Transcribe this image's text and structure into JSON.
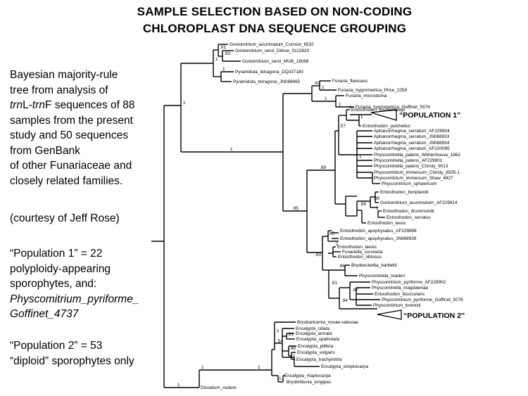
{
  "title": {
    "line1": "SAMPLE SELECTION BASED ON NON-CODING",
    "line2": "CHLOROPLAST DNA SEQUENCE GROUPING"
  },
  "caption": {
    "l1": "Bayesian majority-rule",
    "l2": "tree from analysis of",
    "l3_a": "trn",
    "l3_b": "L-",
    "l3_c": "trn",
    "l3_d": "F sequences of 88",
    "l4": "samples from the present",
    "l5": "study and 50 sequences",
    "l6": "from GenBank",
    "l7": "of other Funariaceae and",
    "l8": "closely related families.",
    "courtesy": "(courtesy of Jeff Rose)",
    "p1_l1": "“Population 1” = 22",
    "p1_l2": "polyploidy-appearing",
    "p1_l3": "sporophytes, and:",
    "p1_l4": "Physcomitrium_pyriforme_",
    "p1_l5": "Goffinet_4737",
    "p2_l1": "“Population 2” = 53",
    "p2_l2": "“diploid” sporophytes only"
  },
  "leaves": {
    "L1": "Goniomitrium_acuminatum_Curnow_6532",
    "L2": "Goniomitrium_seroi_Dirkse_0112829",
    "L3": "Goniomitrium_seroi_MUB_18068",
    "L4": "Pyramidula_tetragona_DQ337180",
    "L5": "Pyramidula_tetragona_JN088965",
    "L6": "Funaria_flavicans",
    "L7": "Funaria_hygrometrica_Price_2258",
    "L8": "Funaria_microstoma",
    "L9": "Funaria_hygrometrica_Goffinet_5576",
    "L10": "Entosthodon_muhlenbergii",
    "L11": "Entosthodon_pulchellus",
    "L12": "Aphanorrhegma_serratum_AF229904",
    "L13": "Aphanorrhegma_serratum_JN088933",
    "L14": "Aphanorrhegma_serratum_JN088934",
    "L15": "Aphanorrhegma_serratum_AF220095",
    "L16": "Physcomitrella_patens_Withenhouse_1962",
    "L17": "Physcomitrella_patens_AF229901",
    "L18": "Physcomitrella_patens_Christy_9013",
    "L19": "Physcomitrium_immersum_Christy_8505-1",
    "L20": "Physcomitrium_immersum_Shaw_4827",
    "L21": "Physcomitrium_sphaericum",
    "L22": "Entosthodon_bonplandii",
    "L23": "Goniomitrium_acuminatum_AF229914",
    "L24": "Entosthodon_drummondii",
    "L25": "Entosthodon_serratus",
    "L26": "Entosthodon_laxus",
    "L27": "Entosthodon_apophysatus_AF229898",
    "L28": "Entosthodon_apophysatus_JN988939",
    "L29": "Entosthodon_laevis",
    "L30": "Funariella_curviseta",
    "L31": "Entosthodon_obtusus",
    "L32": "Bryobeckettia_bartlettii",
    "L33": "Physcomitrella_readeri",
    "L34": "Physcomitrium_pyriforme_AF229902",
    "L35": "Physcomitrella_magdalenae",
    "L36": "Entosthodon_fascicularis",
    "L37": "Physcomitrium_pyriforme_Goffinet_9276",
    "L38": "Physcomitrium_lorentzii",
    "L39": "Bryobartramia_novae-valesiae",
    "L40": "Encalypta_ciliata",
    "L41": "Encalypta_armata",
    "L42": "Encalypta_spathulata",
    "L43": "Encalypta_pilifera",
    "L44": "Encalypta_vulgaris",
    "L45": "Encalypta_trachymitria",
    "L46": "Encalypta_streptocarpa",
    "L47": "Encalypta_rhaptocarpa",
    "L48": "Bryobrittonia_longipes",
    "L49": "Discelium_nudum"
  },
  "populations": {
    "pop1": "“POPULATION 1”",
    "pop2": "“POPULATION 2”"
  },
  "support": {
    "s91": ".91",
    "s93": ".93",
    "s1a": "1",
    "s1b": "1",
    "s1c": "1",
    "s62": ".62",
    "s1d": "1",
    "s1e": "1",
    "s1f": "1",
    "s1g": "1",
    "s57": ".57",
    "s1h": "1",
    "s99a": ".99",
    "s99b": ".99",
    "s99c": ".99",
    "s1i": "1",
    "s95a": ".95",
    "s95b": ".95",
    "s1j": "1",
    "s93b": ".93",
    "s96": ".96",
    "s91b": ".91",
    "s97": ".97",
    "s94": ".94",
    "s61": ".61",
    "s98": ".98",
    "s54": ".54",
    "s1k": "1",
    "s1l": "1",
    "s1m": "1",
    "s1n": "1",
    "s1o": "1",
    "s1p": "1",
    "s1q": "1",
    "s1r": "1"
  }
}
